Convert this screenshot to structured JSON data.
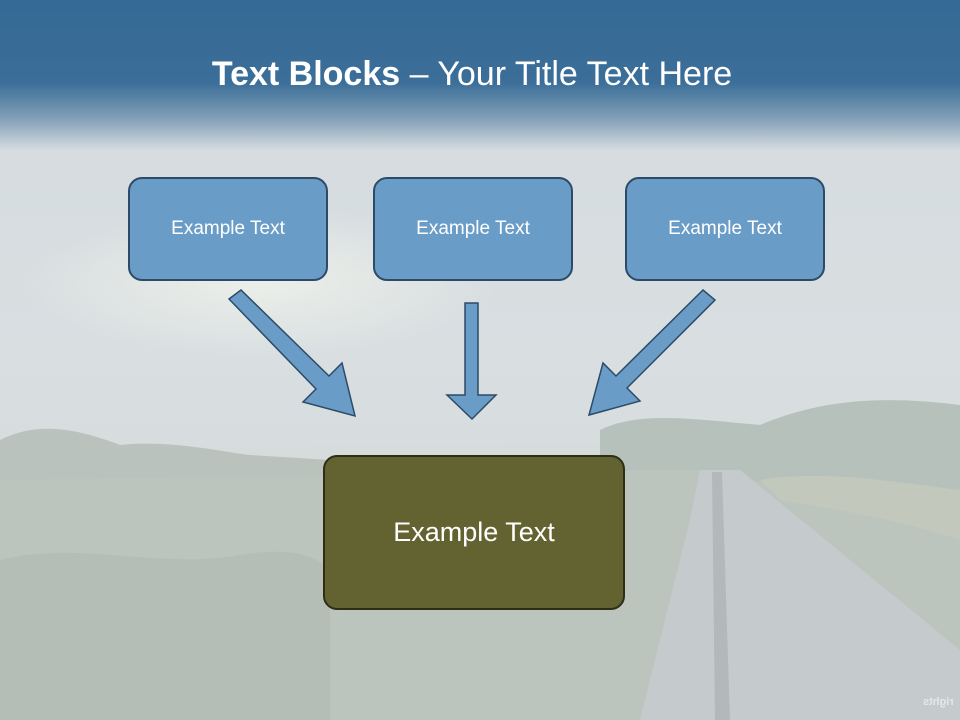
{
  "slide": {
    "title_bold": "Text Blocks",
    "title_separator": " – ",
    "title_rest": "Your Title Text Here",
    "colors": {
      "title_band": "#356a96",
      "top_box_fill": "#6a9cc8",
      "bottom_box_fill": "#636331",
      "arrow_fill": "#6a9cc8",
      "text": "#ffffff"
    }
  },
  "top_boxes": [
    {
      "label": "Example Text"
    },
    {
      "label": "Example Text"
    },
    {
      "label": "Example Text"
    }
  ],
  "bottom_box": {
    "label": "Example Text"
  },
  "background": {
    "description_icon": "landscape-photo"
  },
  "watermark": {
    "text": "rights"
  }
}
